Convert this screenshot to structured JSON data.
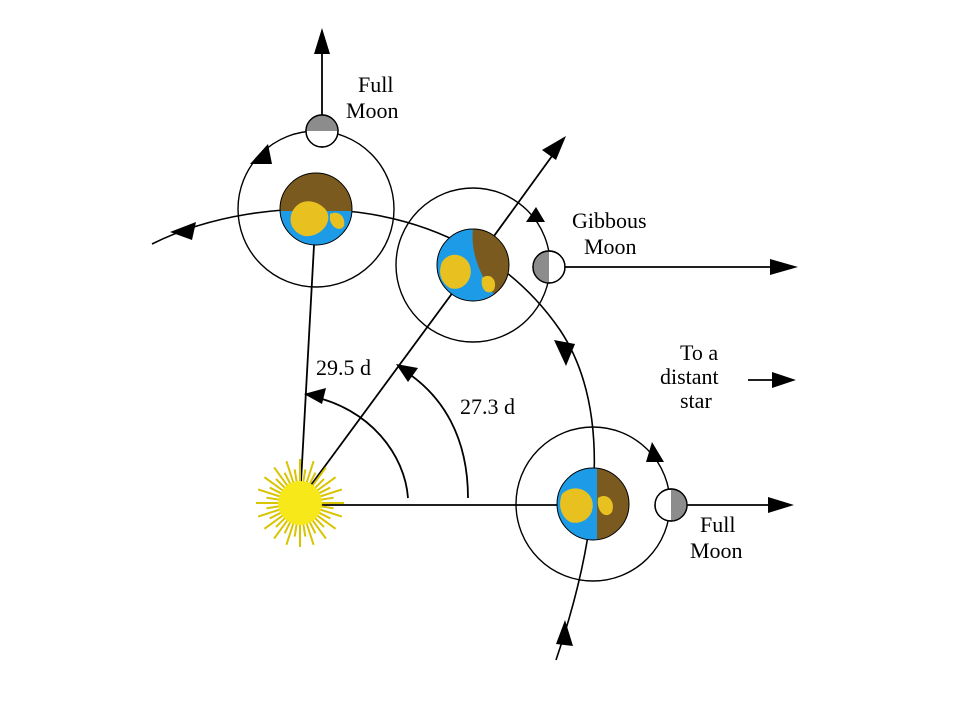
{
  "labels": {
    "full_moon_top": [
      "Full",
      "Moon"
    ],
    "gibbous_moon": [
      "Gibbous",
      "Moon"
    ],
    "full_moon_bottom": [
      "Full",
      "Moon"
    ],
    "distant_star": [
      "To a",
      "distant",
      "star"
    ],
    "synodic_period": "29.5 d",
    "sidereal_period": "27.3 d"
  },
  "colors": {
    "earth_ocean": "#1e9be6",
    "earth_land_lit": "#e8c020",
    "earth_night": "#7a5a1e",
    "moon_dark": "#8c8c8c",
    "moon_lit": "#ffffff",
    "sun": "#f7e81a",
    "sun_rays": "#d9c400",
    "ink": "#000000"
  },
  "icons": [
    "sun-icon",
    "earth-icon",
    "moon-icon",
    "arrow-icon"
  ]
}
